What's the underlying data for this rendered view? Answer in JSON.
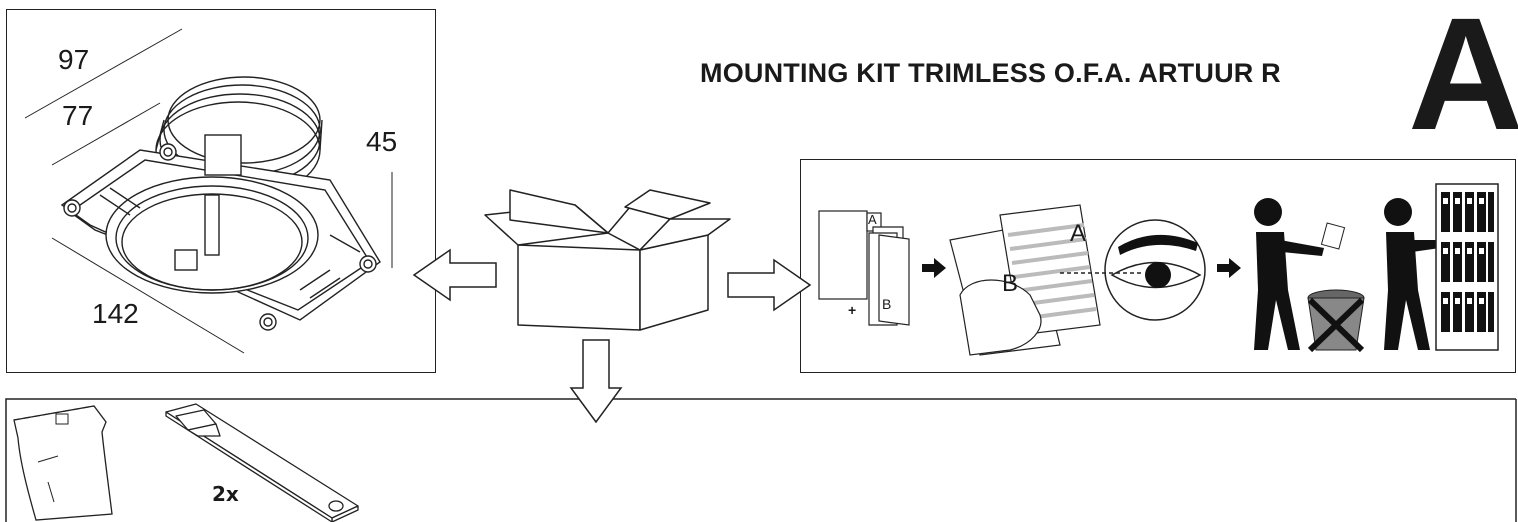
{
  "header": {
    "title": "MOUNTING KIT TRIMLESS O.F.A. ARTUUR R",
    "section_letter": "A"
  },
  "dimensions": {
    "d1": "97",
    "d2": "77",
    "height": "45",
    "length": "142"
  },
  "docs": {
    "doc_a": "A",
    "doc_b": "B",
    "plus": "+",
    "sheet_a": "A",
    "sheet_b": "B"
  },
  "accessories": {
    "spacer_qty": "2x"
  },
  "icons": [
    "fixture-icon",
    "box-icon",
    "arrow-left-icon",
    "arrow-right-icon",
    "arrow-down-icon",
    "documents-icon",
    "read-instructions-icon",
    "eye-icon",
    "no-trash-icon",
    "archive-icon",
    "ziplock-bag-icon",
    "spacer-tool-icon"
  ]
}
